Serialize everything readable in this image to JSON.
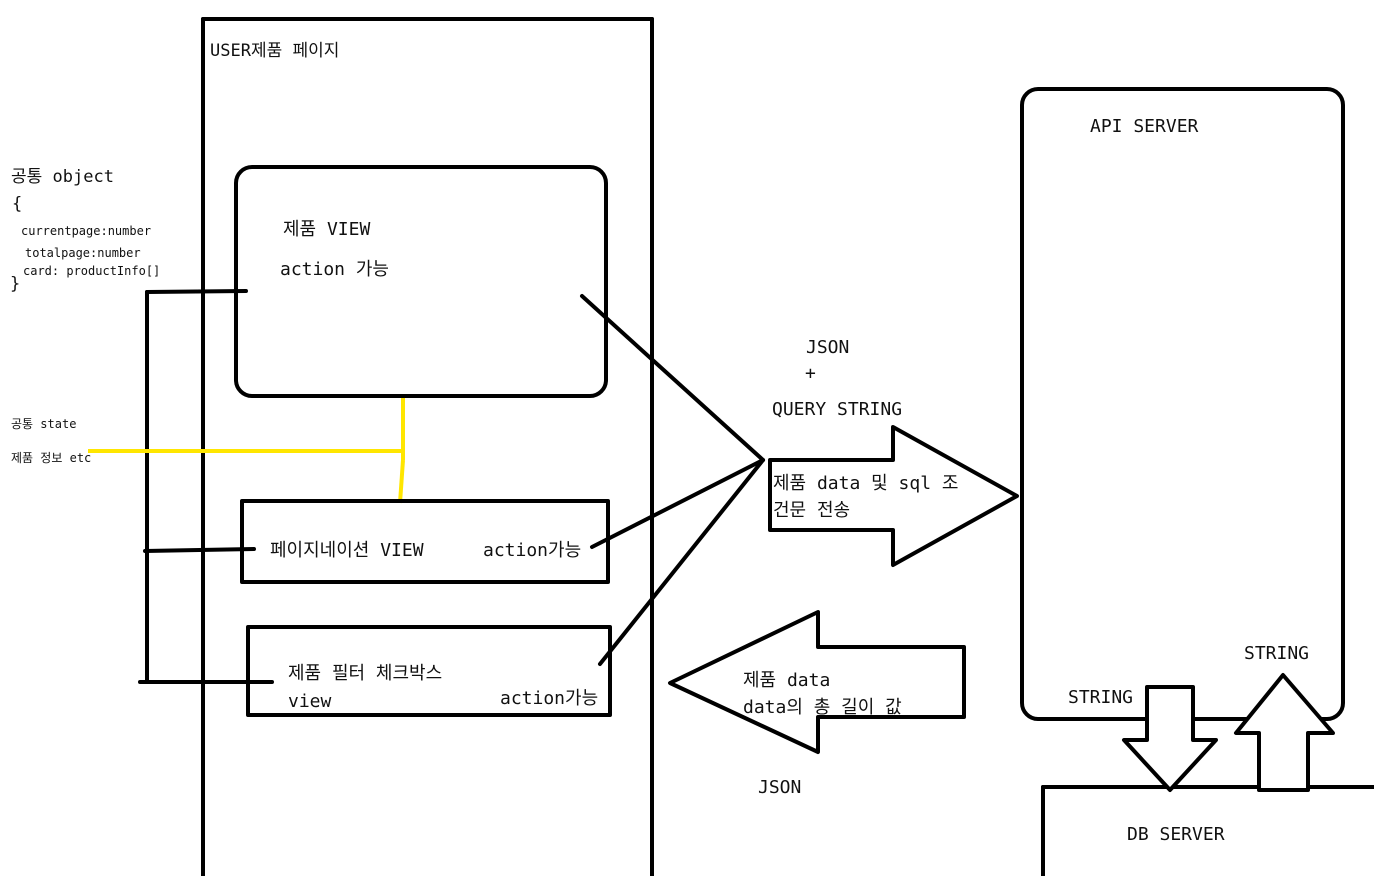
{
  "user_page": {
    "title": "USER제품 페이지"
  },
  "common_object": {
    "title": "공통 object",
    "open_brace": "{",
    "fields": [
      "currentpage:number",
      "totalpage:number",
      "card: productInfo[]"
    ],
    "close_brace": "}"
  },
  "common_state": {
    "line1": "공통 state",
    "line2": "제품 정보 etc"
  },
  "product_view": {
    "title": "제품 VIEW",
    "action": "action 가능"
  },
  "pagination_view": {
    "title": "페이지네이션 VIEW",
    "action": "action가능"
  },
  "filter_view": {
    "title": "제품 필터 체크박스",
    "subtitle": "view",
    "action": "action가능"
  },
  "request": {
    "format_top": "JSON",
    "plus": "+",
    "format_bottom": "QUERY STRING",
    "arrow_line1": "제품 data 및 sql 조",
    "arrow_line2": "건문 전송"
  },
  "response": {
    "arrow_line1": "제품 data",
    "arrow_line2": "data의 총 길이 값",
    "format": "JSON"
  },
  "api_server": {
    "title": "API SERVER",
    "down_label": "STRING",
    "up_label": "STRING"
  },
  "db_server": {
    "title": "DB SERVER"
  }
}
